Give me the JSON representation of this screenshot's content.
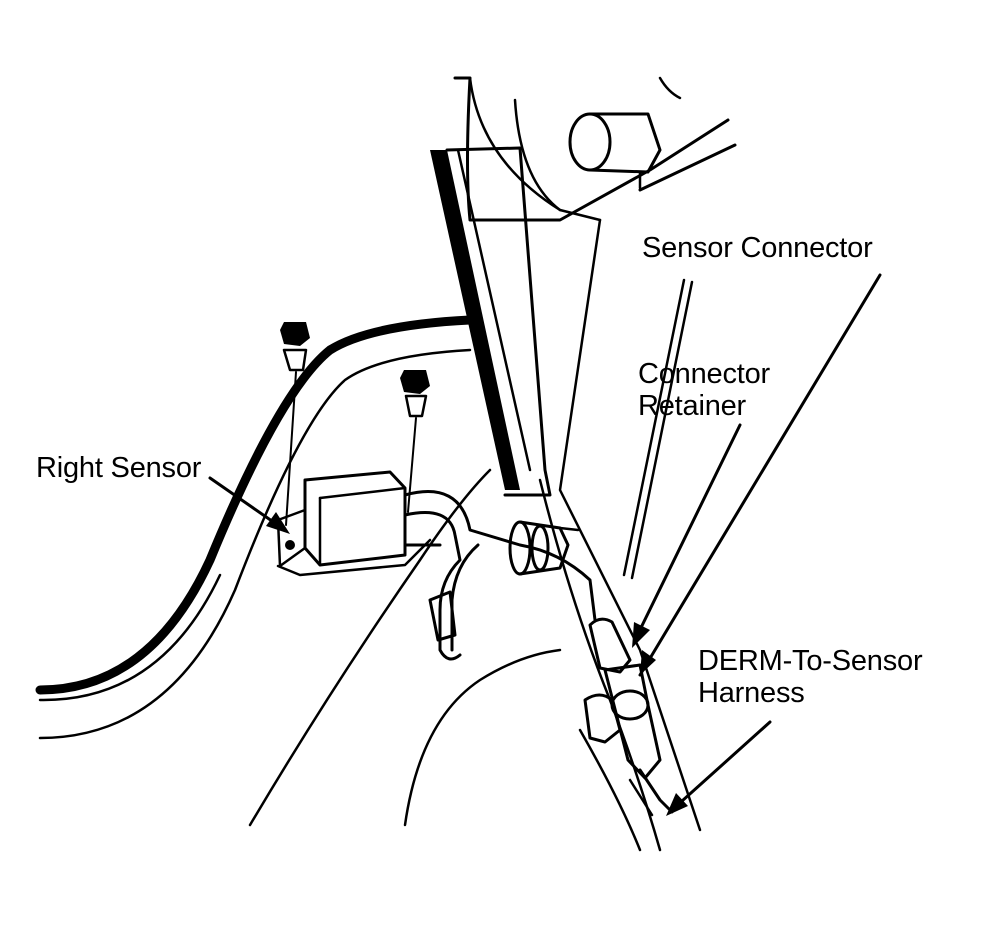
{
  "diagram": {
    "labels": {
      "sensor_connector": "Sensor Connector",
      "connector_retainer_line1": "Connector",
      "connector_retainer_line2": "Retainer",
      "right_sensor": "Right Sensor",
      "harness_line1": "DERM-To-Sensor",
      "harness_line2": "Harness"
    },
    "colors": {
      "ink": "#000000",
      "paper": "#ffffff"
    }
  }
}
